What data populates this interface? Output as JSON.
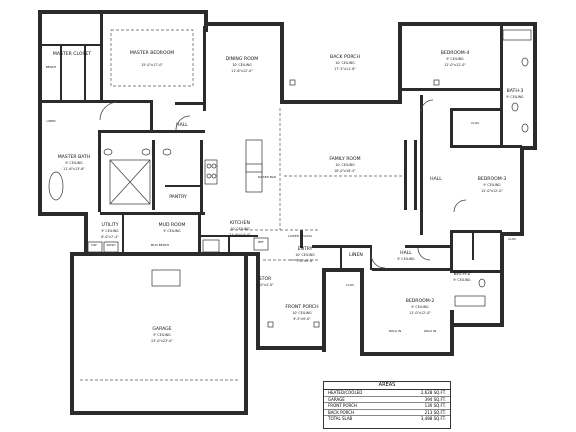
{
  "rooms": {
    "master_closet": {
      "name": "MASTER CLOSET"
    },
    "master_bedroom": {
      "name": "MASTER BEDROOM",
      "dim": "15'-0\"x17'-0\""
    },
    "dining_room": {
      "name": "DINING ROOM",
      "ceiling": "10' CEILING",
      "dim": "11'-6\"x12'-0\""
    },
    "back_porch": {
      "name": "BACK PORCH",
      "ceiling": "10' CEILING",
      "dim": "17'-5\"x11'-8\""
    },
    "bedroom_4": {
      "name": "BEDROOM-4",
      "ceiling": "9' CEILING",
      "dim": "12'-0\"x12'-0\""
    },
    "bath_3": {
      "name": "BATH-3",
      "ceiling": "9' CEILING"
    },
    "hall_upper": {
      "name": "HALL"
    },
    "master_bath": {
      "name": "MASTER BATH",
      "ceiling": "9' CEILING",
      "dim": "11'-6\"x13'-6\""
    },
    "family_room": {
      "name": "FAMILY ROOM",
      "ceiling": "10' CEILING",
      "dim": "18'-0\"x18'-5\""
    },
    "hall_right": {
      "name": "HALL"
    },
    "bedroom_3": {
      "name": "BEDROOM-3",
      "ceiling": "9' CEILING",
      "dim": "12'-0\"x12'-0\""
    },
    "pantry": {
      "name": "PANTRY"
    },
    "utility": {
      "name": "UTILITY",
      "ceiling": "9' CEILING",
      "dim": "8'-0\"x7'-4\""
    },
    "mud_room": {
      "name": "MUD ROOM",
      "ceiling": "9' CEILING"
    },
    "kitchen": {
      "name": "KITCHEN",
      "ceiling": "10' CEILING",
      "dim": "11'-6\"x14'-0\""
    },
    "entry": {
      "name": "ENTRY",
      "ceiling": "10' CEILING",
      "dim": "7'-0\"x9'-0\""
    },
    "linen": {
      "name": "LINEN"
    },
    "hall_lower": {
      "name": "HALL",
      "ceiling": "9' CEILING"
    },
    "bath_2": {
      "name": "BATH-2",
      "ceiling": "9' CEILING"
    },
    "stor": {
      "name": "STOR",
      "dim": "6'-0\"x4'-0\""
    },
    "front_porch": {
      "name": "FRONT PORCH",
      "ceiling": "10' CEILING",
      "dim": "9'-5\"x9'-0\""
    },
    "bedroom_2": {
      "name": "BEDROOM-2",
      "ceiling": "9' CEILING",
      "dim": "12'-0\"x12'-0\""
    },
    "garage": {
      "name": "GARAGE",
      "ceiling": "9' CEILING",
      "dim": "23'-0\"x23'-0\""
    }
  },
  "fixtures": {
    "bench": "BENCH",
    "linen_mb": "LINEN",
    "dw": "DW",
    "wash": "WASH",
    "mud_bench": "MUD BENCH",
    "ref": "REF",
    "clos": "CLOS",
    "walk_in": "WALK IN",
    "raised_bar": "RAISED BAR",
    "lower_ceiling": "LOWER CEILING"
  },
  "areas": {
    "title": "AREAS",
    "rows": [
      {
        "label": "HEATED/COOLED",
        "value": "2,628 SQ.FT."
      },
      {
        "label": "GARAGE",
        "value": "394 SQ.FT."
      },
      {
        "label": "FRONT PORCH",
        "value": "130 SQ.FT."
      },
      {
        "label": "BACK PORCH",
        "value": "213 SQ.FT."
      },
      {
        "label": "TOTAL SLAB",
        "value": "3,488 SQ.FT."
      }
    ]
  }
}
